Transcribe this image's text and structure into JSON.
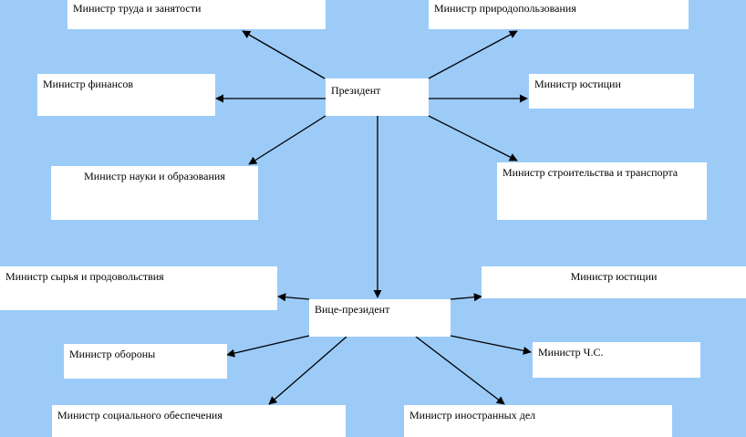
{
  "diagram": {
    "nodes": [
      {
        "id": "president",
        "label": "Президент"
      },
      {
        "id": "vice",
        "label": "Вице-президент"
      },
      {
        "id": "labor",
        "label": "Министр труда и занятости"
      },
      {
        "id": "nature",
        "label": "Министр природопользования"
      },
      {
        "id": "finance",
        "label": "Министр финансов"
      },
      {
        "id": "justice1",
        "label": "Министр юстиции"
      },
      {
        "id": "science",
        "label": "Министр науки и образования"
      },
      {
        "id": "construction",
        "label": "Министр строительства и транспорта"
      },
      {
        "id": "raw",
        "label": "Министр сырья и продовольствия"
      },
      {
        "id": "justice2",
        "label": "Министр юстиции"
      },
      {
        "id": "defense",
        "label": "Министр обороны"
      },
      {
        "id": "emergency",
        "label": "Министр Ч.С."
      },
      {
        "id": "social",
        "label": "Министр социального обеспечения"
      },
      {
        "id": "foreign",
        "label": "Министр иностранных дел"
      }
    ],
    "edges": [
      {
        "from": "president",
        "to": "labor"
      },
      {
        "from": "president",
        "to": "nature"
      },
      {
        "from": "president",
        "to": "finance"
      },
      {
        "from": "president",
        "to": "justice1"
      },
      {
        "from": "president",
        "to": "science"
      },
      {
        "from": "president",
        "to": "construction"
      },
      {
        "from": "president",
        "to": "vice"
      },
      {
        "from": "vice",
        "to": "raw"
      },
      {
        "from": "vice",
        "to": "justice2"
      },
      {
        "from": "vice",
        "to": "defense"
      },
      {
        "from": "vice",
        "to": "emergency"
      },
      {
        "from": "vice",
        "to": "social"
      },
      {
        "from": "vice",
        "to": "foreign"
      }
    ],
    "colors": {
      "background": "#9ccbf8",
      "box": "#ffffff",
      "line": "#000000"
    }
  }
}
